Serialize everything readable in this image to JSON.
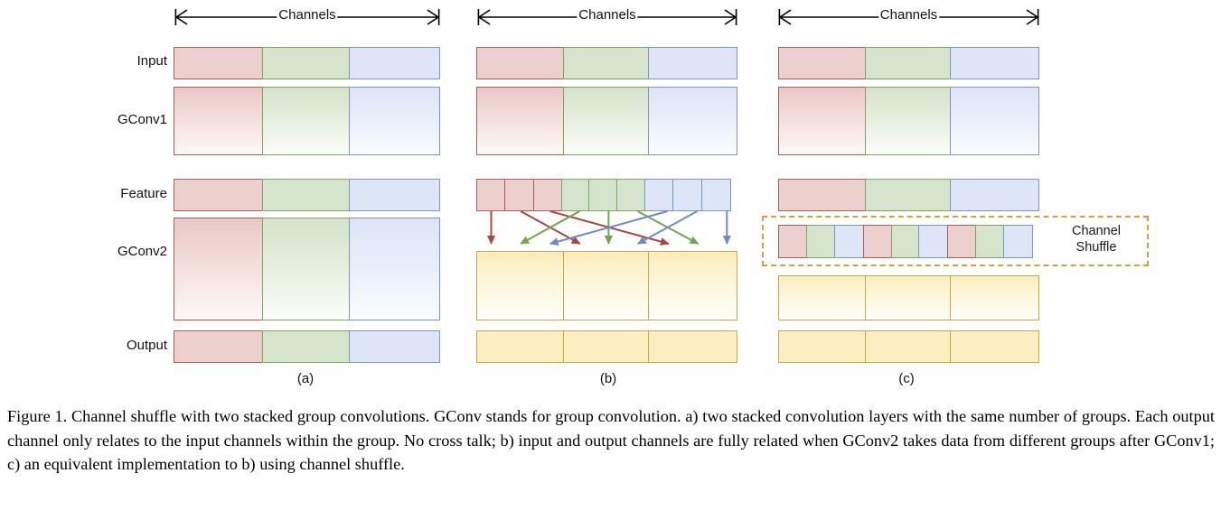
{
  "figure": {
    "channels_label": "Channels",
    "row_labels": [
      "Input",
      "GConv1",
      "Feature",
      "GConv2",
      "Output"
    ],
    "panel_letters": [
      "(a)",
      "(b)",
      "(c)"
    ],
    "shuffle_label_line1": "Channel",
    "shuffle_label_line2": "Shuffle",
    "colors": {
      "red_fill": "#ecd0cd",
      "red_border": "#ad5b54",
      "green_fill": "#d6e3cd",
      "green_border": "#7ba65b",
      "blue_fill": "#dee5f7",
      "blue_border": "#7d94c6",
      "yellow_fill": "#fbefc2",
      "yellow_border": "#c8a844",
      "shuffle_box_border": "#cba53a",
      "background": "#ffffff"
    },
    "group_count": 3,
    "channels_per_group": 3,
    "panels": [
      {
        "letter": "(a)",
        "description": "two stacked convolution layers with the same number of groups",
        "rows": [
          {
            "name": "Input",
            "type": "flat",
            "segments": [
              "red",
              "green",
              "blue"
            ]
          },
          {
            "name": "GConv1",
            "type": "grad",
            "segments": [
              "red",
              "green",
              "blue"
            ]
          },
          {
            "name": "Feature",
            "type": "flat",
            "segments": [
              "red",
              "green",
              "blue"
            ]
          },
          {
            "name": "GConv2",
            "type": "grad",
            "segments": [
              "red",
              "green",
              "blue"
            ]
          },
          {
            "name": "Output",
            "type": "flat",
            "segments": [
              "red",
              "green",
              "blue"
            ]
          }
        ]
      },
      {
        "letter": "(b)",
        "description": "input and output channels are fully related when GConv2 takes data from different groups after GConv1",
        "rows": [
          {
            "name": "Input",
            "type": "flat",
            "segments": [
              "red",
              "green",
              "blue"
            ]
          },
          {
            "name": "GConv1",
            "type": "grad",
            "segments": [
              "red",
              "green",
              "blue"
            ]
          },
          {
            "name": "Feature",
            "type": "flat",
            "segments": [
              "red",
              "red",
              "red",
              "green",
              "green",
              "green",
              "blue",
              "blue",
              "blue"
            ]
          },
          {
            "name": "GConv2",
            "type": "grad",
            "segments": [
              "yellow",
              "yellow",
              "yellow"
            ]
          },
          {
            "name": "Output",
            "type": "flat",
            "segments": [
              "yellow",
              "yellow",
              "yellow"
            ]
          }
        ],
        "shuffle_arrows": {
          "source_order": [
            "red",
            "red",
            "red",
            "green",
            "green",
            "green",
            "blue",
            "blue",
            "blue"
          ],
          "destination_index": [
            0,
            3,
            6,
            1,
            4,
            7,
            2,
            5,
            8
          ]
        }
      },
      {
        "letter": "(c)",
        "description": "an equivalent implementation to b) using channel shuffle",
        "rows": [
          {
            "name": "Input",
            "type": "flat",
            "segments": [
              "red",
              "green",
              "blue"
            ]
          },
          {
            "name": "GConv1",
            "type": "grad",
            "segments": [
              "red",
              "green",
              "blue"
            ]
          },
          {
            "name": "Feature",
            "type": "flat",
            "segments": [
              "red",
              "green",
              "blue"
            ]
          },
          {
            "name": "ChannelShuffle",
            "type": "flat",
            "segments": [
              "red",
              "green",
              "blue",
              "red",
              "green",
              "blue",
              "red",
              "green",
              "blue"
            ]
          },
          {
            "name": "GConv2",
            "type": "grad",
            "segments": [
              "yellow",
              "yellow",
              "yellow"
            ]
          },
          {
            "name": "Output",
            "type": "flat",
            "segments": [
              "yellow",
              "yellow",
              "yellow"
            ]
          }
        ]
      }
    ]
  },
  "caption": {
    "text": "Figure 1. Channel shuffle with two stacked group convolutions. GConv stands for group convolution. a) two stacked convolution layers with the same number of groups. Each output channel only relates to the input channels within the group. No cross talk; b) input and output channels are fully related when GConv2 takes data from different groups after GConv1; c) an equivalent implementation to b) using channel shuffle."
  }
}
